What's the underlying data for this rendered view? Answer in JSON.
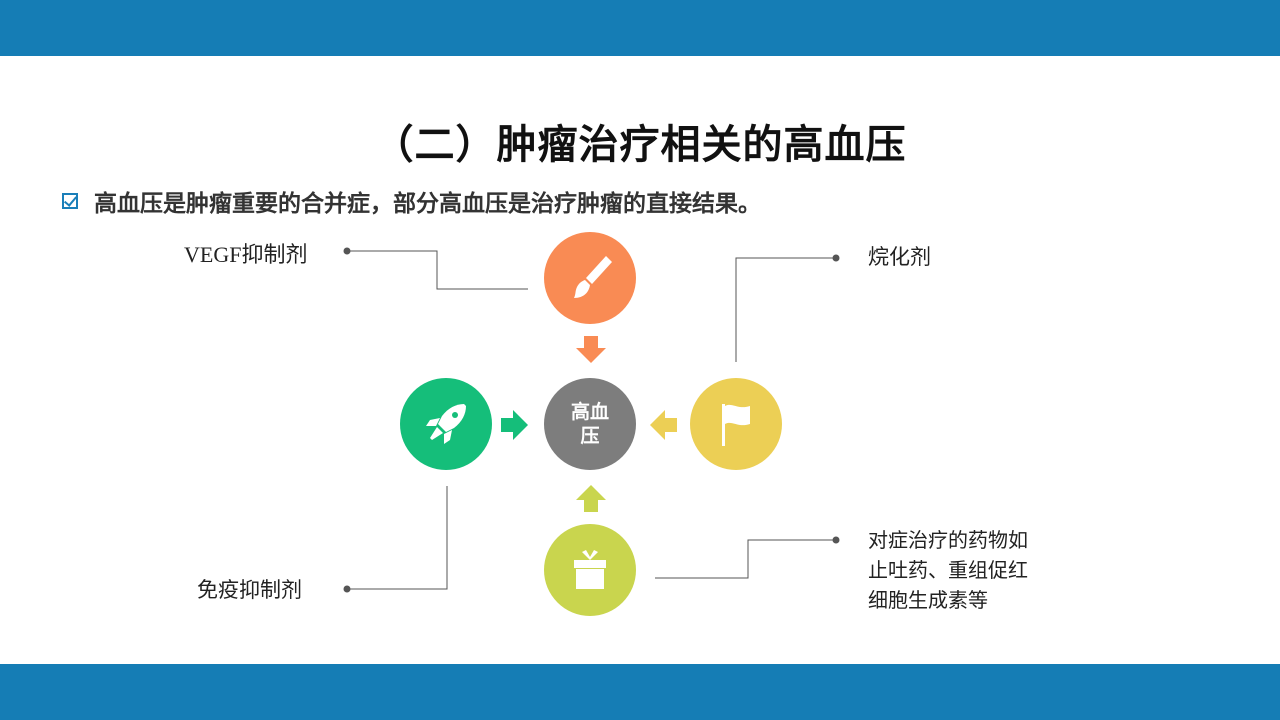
{
  "slide": {
    "title": "（二）肿瘤治疗相关的高血压",
    "bullet": "高血压是肿瘤重要的合并症，部分高血压是治疗肿瘤的直接结果。"
  },
  "diagram": {
    "center": {
      "label_line1": "高血",
      "label_line2": "压",
      "color": "#7d7d7d"
    },
    "nodes": {
      "top": {
        "icon": "paintbrush-icon",
        "color": "#f98b54",
        "label": "VEGF抑制剂"
      },
      "left": {
        "icon": "rocket-icon",
        "color": "#15be7a",
        "label": "免疫抑制剂"
      },
      "right": {
        "icon": "flag-icon",
        "color": "#eccf55",
        "label": "烷化剂"
      },
      "bottom": {
        "icon": "gift-icon",
        "color": "#c9d54e",
        "label_lines": [
          "对症治疗的药物如",
          "止吐药、重组促红",
          "细胞生成素等"
        ]
      }
    }
  },
  "colors": {
    "band": "#157db5",
    "accent": "#1a7fb9"
  }
}
